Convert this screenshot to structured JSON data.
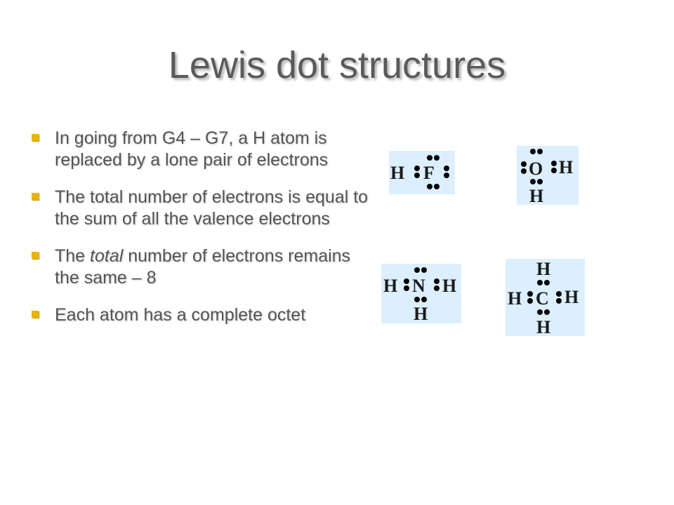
{
  "title": "Lewis dot structures",
  "bullets": [
    {
      "text": "In going from G4 – G7, a H atom is replaced by a lone pair of electrons"
    },
    {
      "before": "The total number of electrons is equal to the sum of all the valence electrons"
    },
    {
      "pre": "The ",
      "em": "total",
      "post": " number of electrons remains the same – 8"
    },
    {
      "text": "Each atom has a complete octet"
    }
  ],
  "molecules": {
    "hf": {
      "atoms": [
        "H",
        "F"
      ]
    },
    "h2o": {
      "atoms": [
        "O",
        "H",
        "H"
      ]
    },
    "nh3": {
      "atoms": [
        "H",
        "N",
        "H",
        "H"
      ]
    },
    "ch4": {
      "atoms": [
        "H",
        "H",
        "C",
        "H",
        "H"
      ]
    }
  },
  "colors": {
    "bullet_marker": "#e8b400",
    "structure_bg": "#dcefff"
  }
}
